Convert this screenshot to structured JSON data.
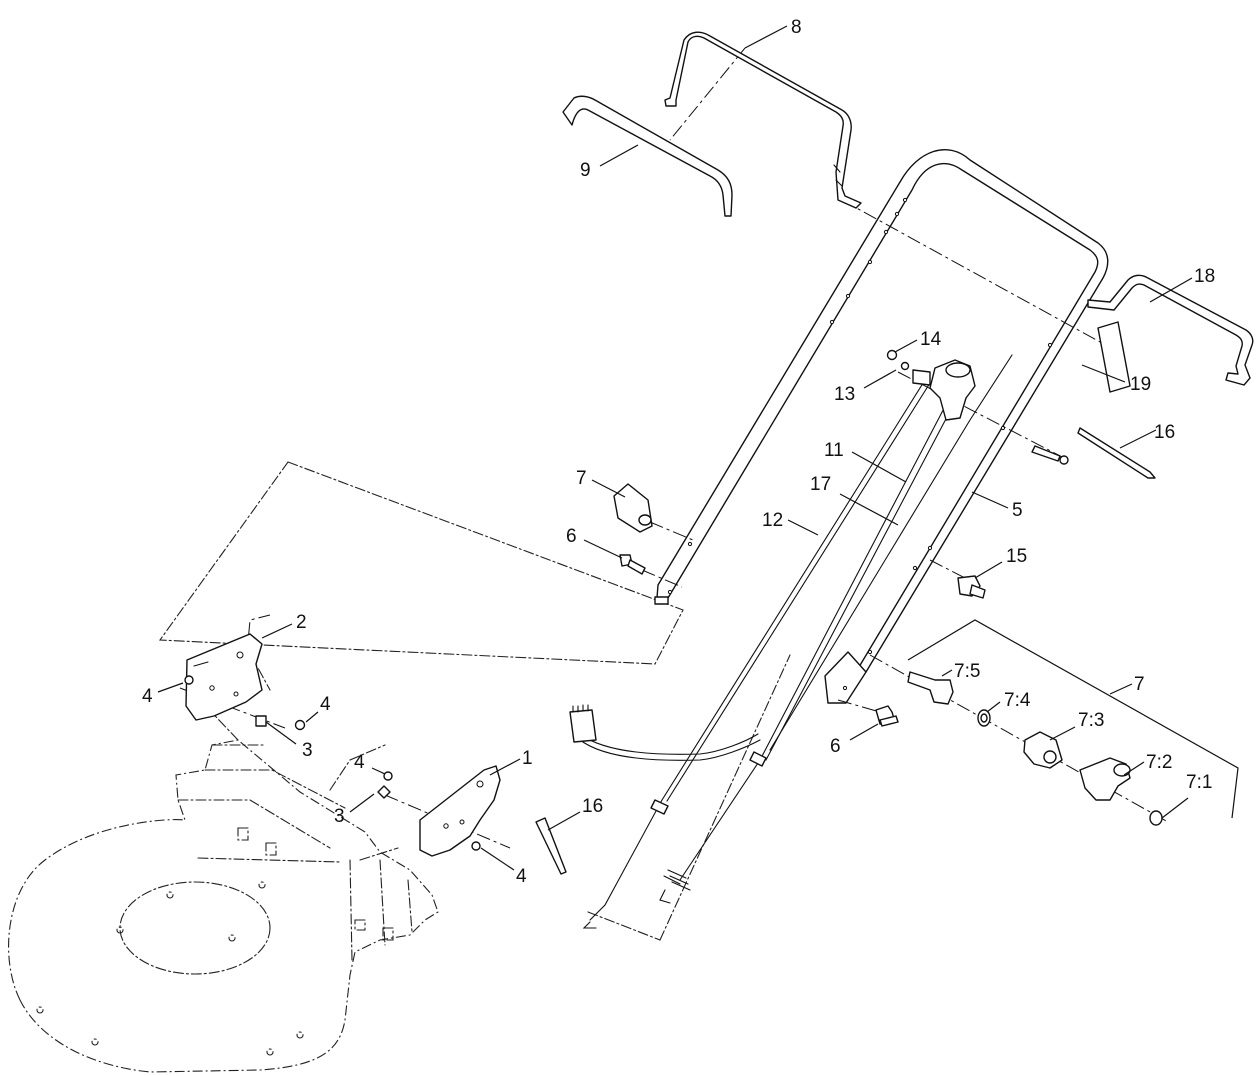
{
  "callouts": {
    "c1": "1",
    "c2": "2",
    "c3a": "3",
    "c3b": "3",
    "c4a": "4",
    "c4b": "4",
    "c4c": "4",
    "c4d": "4",
    "c5": "5",
    "c6a": "6",
    "c6b": "6",
    "c7a": "7",
    "c7b": "7",
    "c7_1": "7:1",
    "c7_2": "7:2",
    "c7_3": "7:3",
    "c7_4": "7:4",
    "c7_5": "7:5",
    "c8": "8",
    "c9": "9",
    "c11": "11",
    "c12": "12",
    "c13": "13",
    "c14": "14",
    "c15": "15",
    "c16a": "16",
    "c16b": "16",
    "c17": "17",
    "c18": "18",
    "c19": "19"
  }
}
